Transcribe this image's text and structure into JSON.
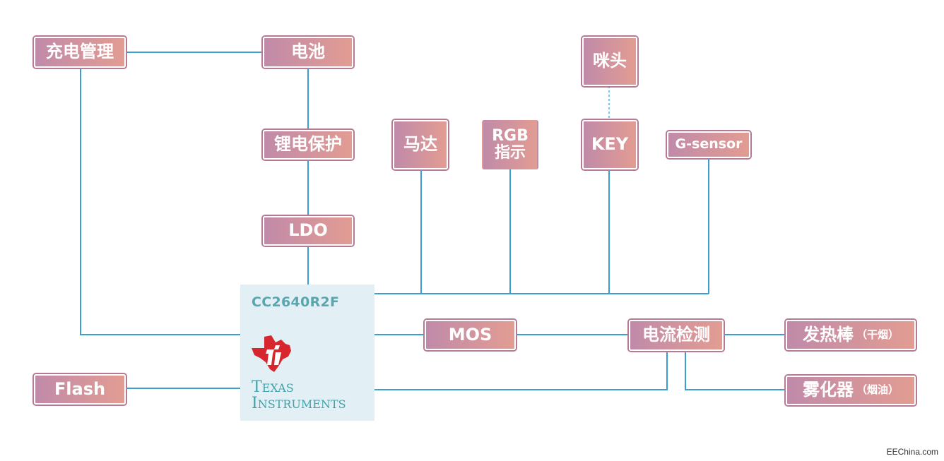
{
  "nodes": {
    "charge_mgmt": "充电管理",
    "battery": "电池",
    "li_protect": "锂电保护",
    "ldo": "LDO",
    "motor": "马达",
    "rgb_line1": "RGB",
    "rgb_line2": "指示",
    "mic": "咪头",
    "key": "KEY",
    "gsensor": "G-sensor",
    "mos": "MOS",
    "current_detect": "电流检测",
    "heat_rod": "发热棒",
    "heat_rod_note": "（干烟）",
    "atomizer": "雾化器",
    "atomizer_note": "（烟油）",
    "flash": "Flash"
  },
  "chip": {
    "name": "CC2640R2F",
    "logo_line1_initial": "T",
    "logo_line1_rest": "EXAS",
    "logo_line2_initial": "I",
    "logo_line2_rest": "NSTRUMENTS"
  },
  "watermark": "EEChina.com",
  "colors": {
    "wire": "#3a9fd0",
    "box_start": "#c08aa9",
    "box_end": "#e29c92",
    "chip_bg": "#e2f0f6",
    "ti_red": "#d7262e",
    "ti_teal": "#3ea3ab"
  }
}
